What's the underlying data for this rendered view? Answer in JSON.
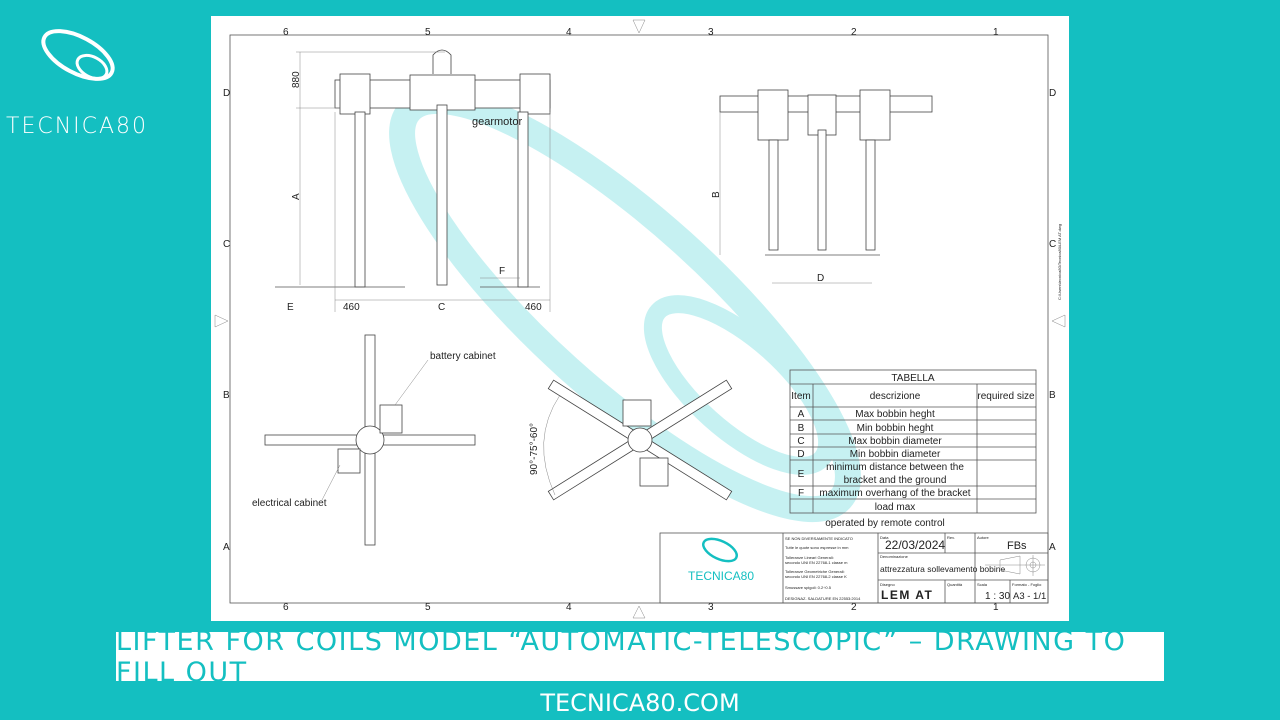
{
  "brand": {
    "logo_text": "TECNICA80",
    "website": "TECNICA80.COM",
    "color": "#14bfc1"
  },
  "banner": {
    "title": "LIFTER FOR COILS MODEL “AUTOMATIC-TELESCOPIC” – DRAWING TO FILL OUT"
  },
  "drawing": {
    "columns": [
      "6",
      "5",
      "4",
      "3",
      "2",
      "1"
    ],
    "rows": [
      "D",
      "C",
      "B",
      "A"
    ],
    "front_view": {
      "dim_top": "880",
      "dim_a": "A",
      "gearmotor": "gearmotor",
      "dim_f": "F",
      "dim_e": "E",
      "dim_left": "460",
      "dim_c": "C",
      "dim_right": "460"
    },
    "side_view": {
      "dim_b": "B",
      "dim_d": "D"
    },
    "top_view": {
      "battery": "battery cabinet",
      "electrical": "electrical cabinet"
    },
    "rotated_view": {
      "angle": "90°-75°-60°"
    },
    "side_note": "C:\\Users\\tecnica80\\Tecnica80\\LEM AT.dwg",
    "table": {
      "title": "TABELLA",
      "headers": [
        "Item",
        "descrizione",
        "required size"
      ],
      "rows": [
        {
          "item": "A",
          "desc": "Max bobbin heght"
        },
        {
          "item": "B",
          "desc": "Min bobbin heght"
        },
        {
          "item": "C",
          "desc": "Max bobbin diameter"
        },
        {
          "item": "D",
          "desc": "Min bobbin diameter"
        },
        {
          "item": "E",
          "desc": "minimum distance between the",
          "desc2": "bracket and the ground"
        },
        {
          "item": "F",
          "desc": "maximum overhang of the bracket"
        },
        {
          "item": "",
          "desc": "load max"
        }
      ],
      "note": "operated by remote control"
    },
    "title_block": {
      "logo": "TECNICA80",
      "notes": [
        "SE NON DIVERSAMENTE INDICATO",
        "Tutte le quote sono espresse in mm",
        "Tolleranze Lineari Generali:",
        "secondo UNI EN 22768-1 classe m",
        "Tolleranze Geometriche Generali:",
        "secondo UNI EN 22768-2 classe K",
        "Smussare spigoli: 0.2÷0.5",
        "DESIGNAZ. SALDATURE EN 22553:2014"
      ],
      "date_label": "Data",
      "date": "22/03/2024",
      "rev_label": "Rev.",
      "author_label": "Autore",
      "author": "FBs",
      "denom_label": "Denominazione",
      "denom": "attrezzatura sollevamento bobine",
      "drawing_label": "Disegno",
      "drawing": "LEM AT",
      "qty_label": "Quantità",
      "scale_label": "Scala",
      "scale": "1 : 30",
      "format_label": "Formato - Foglio",
      "format": "A3 - 1/1"
    }
  }
}
